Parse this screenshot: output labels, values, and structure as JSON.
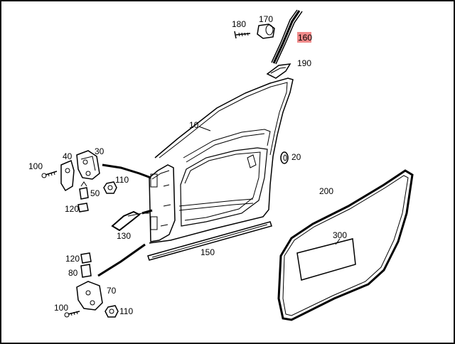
{
  "diagram": {
    "highlight_color": "#f08a8a",
    "callouts": [
      {
        "id": "c180",
        "text": "180"
      },
      {
        "id": "c170",
        "text": "170"
      },
      {
        "id": "c160",
        "text": "160",
        "highlighted": true
      },
      {
        "id": "c190",
        "text": "190"
      },
      {
        "id": "c10",
        "text": "10"
      },
      {
        "id": "c20",
        "text": "20"
      },
      {
        "id": "c40",
        "text": "40"
      },
      {
        "id": "c30",
        "text": "30"
      },
      {
        "id": "c100a",
        "text": "100"
      },
      {
        "id": "c110a",
        "text": "110"
      },
      {
        "id": "c120a",
        "text": "120"
      },
      {
        "id": "c50",
        "text": "50"
      },
      {
        "id": "c130",
        "text": "130"
      },
      {
        "id": "c150",
        "text": "150"
      },
      {
        "id": "c200",
        "text": "200"
      },
      {
        "id": "c300",
        "text": "300"
      },
      {
        "id": "c120b",
        "text": "120"
      },
      {
        "id": "c80",
        "text": "80"
      },
      {
        "id": "c70",
        "text": "70"
      },
      {
        "id": "c100b",
        "text": "100"
      },
      {
        "id": "c110b",
        "text": "110"
      }
    ]
  }
}
